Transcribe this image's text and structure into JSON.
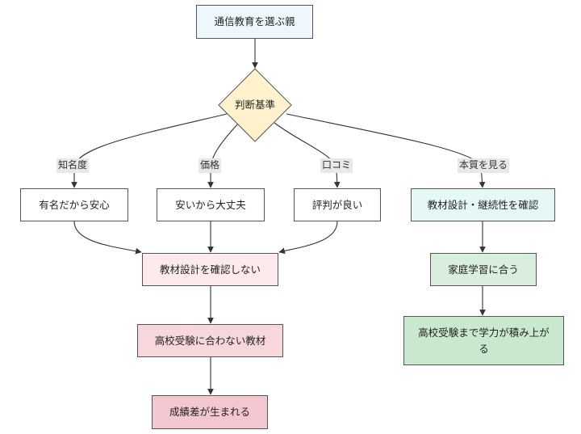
{
  "nodes": {
    "parent": "通信教育を選ぶ親",
    "judge": "判断基準",
    "fame": "有名だから安心",
    "price": "安いから大丈夫",
    "review": "評判が良い",
    "check": "教材設計・継続性を確認",
    "nocheck": "教材設計を確認しない",
    "home": "家庭学習に合う",
    "mismatch": "高校受験に合わない教材",
    "rise": "高校受験まで学力が積み上がる",
    "gap": "成績差が生まれる"
  },
  "edge_labels": {
    "fame": "知名度",
    "price": "価格",
    "review": "口コミ",
    "honshi": "本質を見る"
  },
  "colors": {
    "parent": "#eef7fb",
    "judge": "#fff2cc",
    "check": "#e6f8f6",
    "nocheck": "#fdeaec",
    "home": "#d9eedd",
    "mismatch": "#f7d6dc",
    "rise": "#c9e8cd",
    "gap": "#f3c7cf"
  }
}
